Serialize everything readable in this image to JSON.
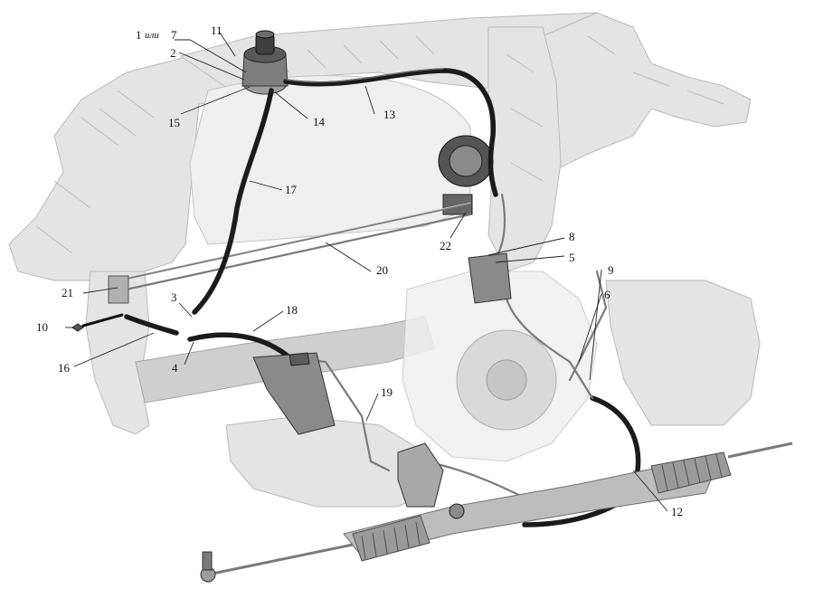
{
  "callouts": [
    {
      "id": "c1",
      "text": "1"
    },
    {
      "id": "c1a",
      "text": "или"
    },
    {
      "id": "c2",
      "text": "2"
    },
    {
      "id": "c3",
      "text": "3"
    },
    {
      "id": "c4",
      "text": "4"
    },
    {
      "id": "c5",
      "text": "5"
    },
    {
      "id": "c6",
      "text": "6"
    },
    {
      "id": "c7",
      "text": "7"
    },
    {
      "id": "c8",
      "text": "8"
    },
    {
      "id": "c9",
      "text": "9"
    },
    {
      "id": "c10",
      "text": "10"
    },
    {
      "id": "c11",
      "text": "11"
    },
    {
      "id": "c12",
      "text": "12"
    },
    {
      "id": "c13",
      "text": "13"
    },
    {
      "id": "c14",
      "text": "14"
    },
    {
      "id": "c15",
      "text": "15"
    },
    {
      "id": "c16",
      "text": "16"
    },
    {
      "id": "c17",
      "text": "17"
    },
    {
      "id": "c18",
      "text": "18"
    },
    {
      "id": "c19",
      "text": "19"
    },
    {
      "id": "c20",
      "text": "20"
    },
    {
      "id": "c21",
      "text": "21"
    },
    {
      "id": "c22",
      "text": "22"
    }
  ],
  "colors": {
    "frame": "#e4e4e4",
    "hose": "#1b1b1b",
    "pipe": "#7a7a7a",
    "background": "#ffffff"
  }
}
